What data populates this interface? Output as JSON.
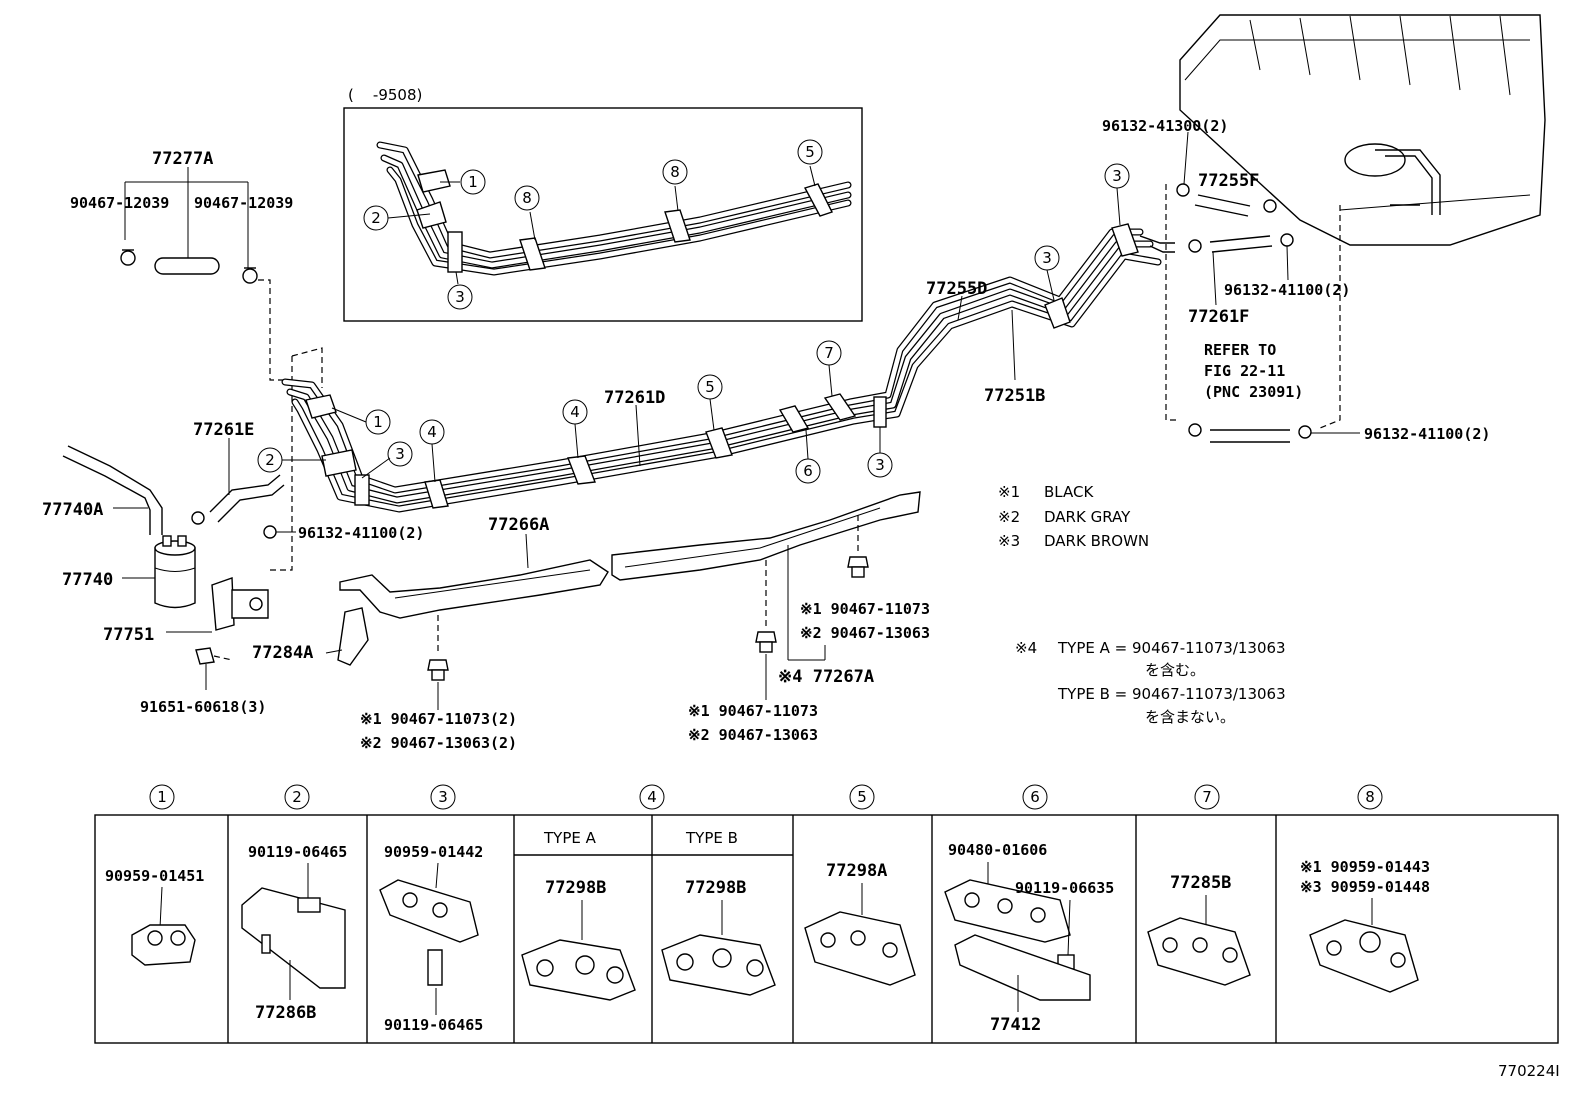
{
  "inset": {
    "range_label": "(    -9508)"
  },
  "callouts": [
    {
      "id": "c1",
      "text": "77277A"
    },
    {
      "id": "c2",
      "text": "90467-12039"
    },
    {
      "id": "c3",
      "text": "90467-12039"
    },
    {
      "id": "c4",
      "text": "77261E"
    },
    {
      "id": "c5",
      "text": "77740A"
    },
    {
      "id": "c6",
      "text": "77740"
    },
    {
      "id": "c7",
      "text": "77751"
    },
    {
      "id": "c8",
      "text": "91651-60618(3)"
    },
    {
      "id": "c9",
      "text": "96132-41100(2)"
    },
    {
      "id": "c10",
      "text": "77284A"
    },
    {
      "id": "c11",
      "text": "77266A"
    },
    {
      "id": "c12",
      "text": "※1 90467-11073(2)"
    },
    {
      "id": "c13",
      "text": "※2 90467-13063(2)"
    },
    {
      "id": "c14",
      "text": "77261D"
    },
    {
      "id": "c15",
      "text": "※1 90467-11073"
    },
    {
      "id": "c16",
      "text": "※2 90467-13063"
    },
    {
      "id": "c17",
      "text": "※1 90467-11073"
    },
    {
      "id": "c18",
      "text": "※2 90467-13063"
    },
    {
      "id": "c19",
      "text": "※4 77267A"
    },
    {
      "id": "c20",
      "text": "77255D"
    },
    {
      "id": "c21",
      "text": "77251B"
    },
    {
      "id": "c22",
      "text": "96132-41300(2)"
    },
    {
      "id": "c23",
      "text": "77255F"
    },
    {
      "id": "c24",
      "text": "96132-41100(2)"
    },
    {
      "id": "c25",
      "text": "77261F"
    },
    {
      "id": "c26",
      "text": "REFER TO"
    },
    {
      "id": "c27",
      "text": "FIG 22-11"
    },
    {
      "id": "c28",
      "text": "(PNC 23091)"
    },
    {
      "id": "c29",
      "text": "96132-41100(2)"
    }
  ],
  "color_legend": [
    {
      "mark": "※1",
      "color": "BLACK"
    },
    {
      "mark": "※2",
      "color": "DARK GRAY"
    },
    {
      "mark": "※3",
      "color": "DARK BROWN"
    }
  ],
  "type_note": {
    "mark": "※4",
    "type_a": "TYPE A = 90467-11073/13063",
    "type_a_jp": "を含む。",
    "type_b": "TYPE B = 90467-11073/13063",
    "type_b_jp": "を含まない。"
  },
  "circle_labels": {
    "inset": [
      "1",
      "2",
      "8",
      "8",
      "5",
      "3"
    ],
    "main": [
      "1",
      "2",
      "3",
      "4",
      "4",
      "5",
      "7",
      "6",
      "3",
      "3",
      "3"
    ]
  },
  "clamp_table": {
    "headers": [
      "1",
      "2",
      "3",
      "4",
      "5",
      "6",
      "7",
      "8"
    ],
    "subheaders": [
      "TYPE A",
      "TYPE B"
    ],
    "cells": [
      {
        "parts": [
          "90959-01451"
        ]
      },
      {
        "parts": [
          "90119-06465",
          "77286B"
        ]
      },
      {
        "parts": [
          "90959-01442",
          "90119-06465"
        ]
      },
      {
        "parts": [
          "77298B"
        ]
      },
      {
        "parts": [
          "77298B"
        ]
      },
      {
        "parts": [
          "77298A"
        ]
      },
      {
        "parts": [
          "90480-01606",
          "90119-06635",
          "77412"
        ]
      },
      {
        "parts": [
          "77285B"
        ]
      },
      {
        "parts": [
          "※1 90959-01443",
          "※3 90959-01448"
        ]
      }
    ]
  },
  "figure_id": "770224I"
}
